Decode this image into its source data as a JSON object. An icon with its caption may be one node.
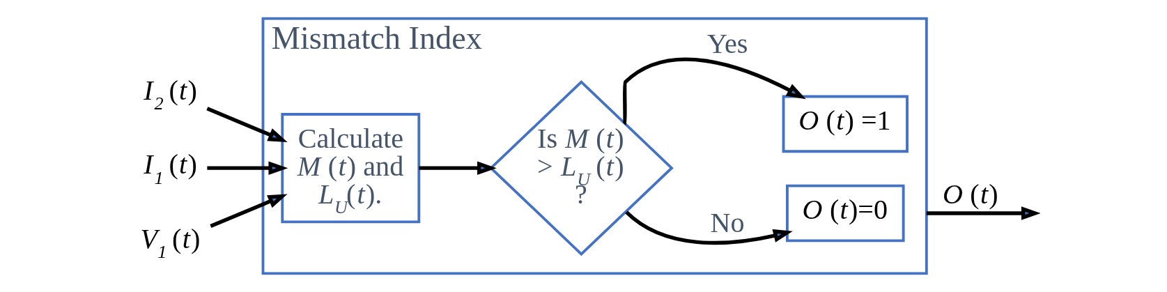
{
  "diagram": {
    "nodes": [
      {
        "text": [
          "Mismatch Index"
        ]
      },
      {
        "text": [
          "*I*$_{2}$ (*t*)"
        ]
      },
      {
        "text": [
          "*I*$_{1}$ (*t*)"
        ]
      },
      {
        "text": [
          "*V*$_{1}$ (*t*)"
        ]
      },
      {
        "text": [
          "Calculate *M* (*t*) and *L*$_{U}$(*t*)."
        ],
        "in": 0
      },
      {
        "text": [
          "Is *M* (*t*) > *L*$_{U}$ (*t*) ?"
        ],
        "in": 0
      },
      {
        "text": [
          "*O* (*t*) =1"
        ],
        "in": 0
      },
      {
        "text": [
          "*O* (*t*)=0"
        ],
        "in": 0
      }
    ],
    "edges": [
      {
        "from": 1,
        "to": 4,
        "arrow": "to"
      },
      {
        "from": 2,
        "to": 4,
        "arrow": "to"
      },
      {
        "from": 3,
        "to": 4,
        "arrow": "to"
      },
      {
        "from": 4,
        "to": 5,
        "arrow": "to"
      },
      {
        "from": 5,
        "to": 6,
        "arrow": "to",
        "label": "Yes"
      },
      {
        "from": 5,
        "to": 7,
        "arrow": "to",
        "label": "No"
      },
      {
        "from": 0,
        "to": null,
        "arrow": "to",
        "label": "*O* (*t*)"
      }
    ]
  }
}
